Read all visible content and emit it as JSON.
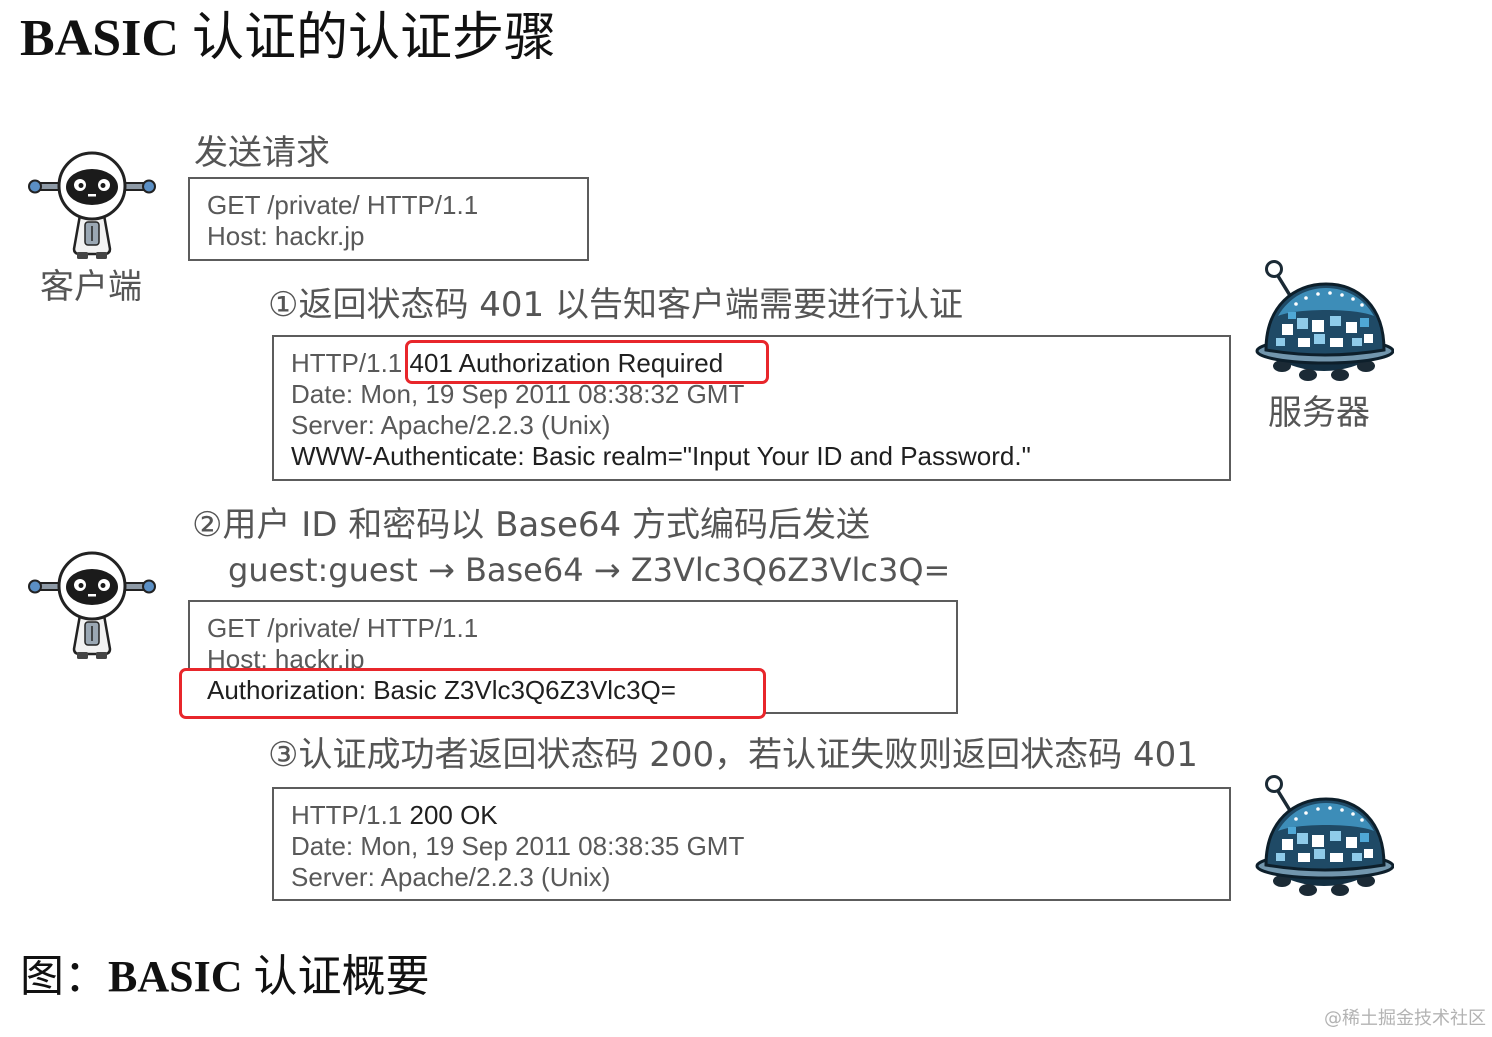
{
  "title": {
    "bold": "BASIC",
    "rest": " 认证的认证步骤"
  },
  "client": {
    "label": "客户端",
    "icon": "client-robot-icon"
  },
  "server": {
    "label": "服务器",
    "icon": "server-robot-icon"
  },
  "request": {
    "label": "发送请求",
    "line1": "GET /private/ HTTP/1.1",
    "line2": "Host: hackr.jp"
  },
  "step1": {
    "label": "①返回状态码 401 以告知客户端需要进行认证",
    "version": "HTTP/1.1",
    "status": "401 Authorization Required",
    "date": "Date: Mon, 19 Sep 2011 08:38:32 GMT",
    "server": "Server: Apache/2.2.3 (Unix)",
    "www_authenticate": "WWW-Authenticate: Basic realm=\"Input Your ID and Password.\""
  },
  "step2": {
    "label": "②用户 ID 和密码以 Base64 方式编码后发送",
    "encoding": "guest:guest → Base64 → Z3Vlc3Q6Z3Vlc3Q=",
    "line1": "GET /private/ HTTP/1.1",
    "line2": "Host: hackr.jp",
    "authorization": "Authorization: Basic Z3Vlc3Q6Z3Vlc3Q="
  },
  "step3": {
    "label": "③认证成功者返回状态码 200，若认证失败则返回状态码 401",
    "version": "HTTP/1.1",
    "status": "200 OK",
    "date": "Date: Mon, 19 Sep 2011 08:38:35 GMT",
    "server": "Server: Apache/2.2.3 (Unix)"
  },
  "caption": {
    "prefix": "图：",
    "bold": "BASIC",
    "rest": " 认证概要"
  },
  "watermark": "@稀土掘金技术社区",
  "colors": {
    "highlight": "#e8262b",
    "text": "#595959",
    "text_strong": "#1f1f1f",
    "border": "#5c5c5c",
    "label": "#555555",
    "watermark": "#b3b3b3"
  }
}
